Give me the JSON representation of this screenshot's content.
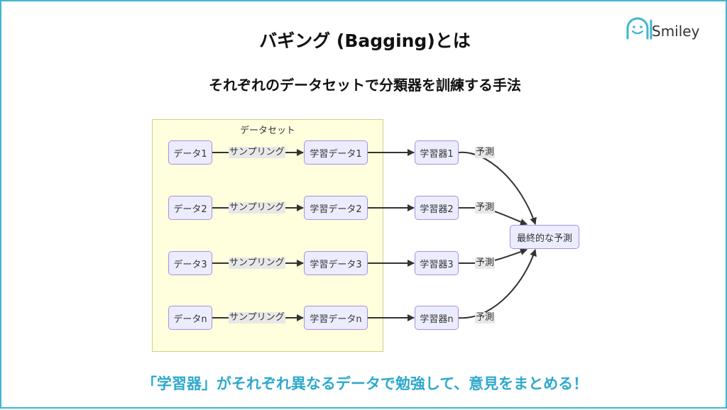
{
  "brand": {
    "logo_text": "Smiley",
    "logo_mark": "AI",
    "accent_color": "#3fb6d2"
  },
  "header": {
    "title": "バギング (Bagging)とは",
    "subtitle": "それぞれのデータセットで分類器を訓練する手法"
  },
  "diagram": {
    "cluster_label": "データセット",
    "rows": [
      {
        "data": "データ1",
        "sampling": "サンプリング",
        "train_data": "学習データ1",
        "learner": "学習器1",
        "prediction": "予測"
      },
      {
        "data": "データ2",
        "sampling": "サンプリング",
        "train_data": "学習データ2",
        "learner": "学習器2",
        "prediction": "予測"
      },
      {
        "data": "データ3",
        "sampling": "サンプリング",
        "train_data": "学習データ3",
        "learner": "学習器3",
        "prediction": "予測"
      },
      {
        "data": "データn",
        "sampling": "サンプリング",
        "train_data": "学習データn",
        "learner": "学習器n",
        "prediction": "予測"
      }
    ],
    "final_node": "最終的な予測"
  },
  "footer": {
    "message": "「学習器」がそれぞれ異なるデータで勉強して、意見をまとめる！"
  }
}
